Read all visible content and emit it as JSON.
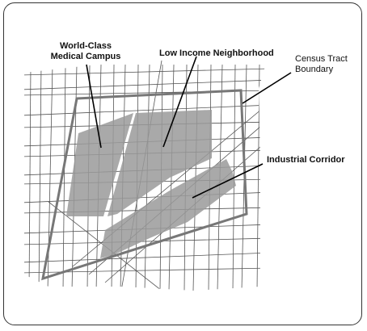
{
  "labels": {
    "medical_campus_line1": "World-Class",
    "medical_campus_line2": "Medical Campus",
    "low_income": "Low Income Neighborhood",
    "census_line1": "Census Tract",
    "census_line2": "Boundary",
    "industrial": "Industrial Corridor"
  },
  "colors": {
    "street": "#555555",
    "shaded_area": "#9a9a9a",
    "boundary": "#777777",
    "leader_line": "#000000",
    "frame": "#333333"
  }
}
